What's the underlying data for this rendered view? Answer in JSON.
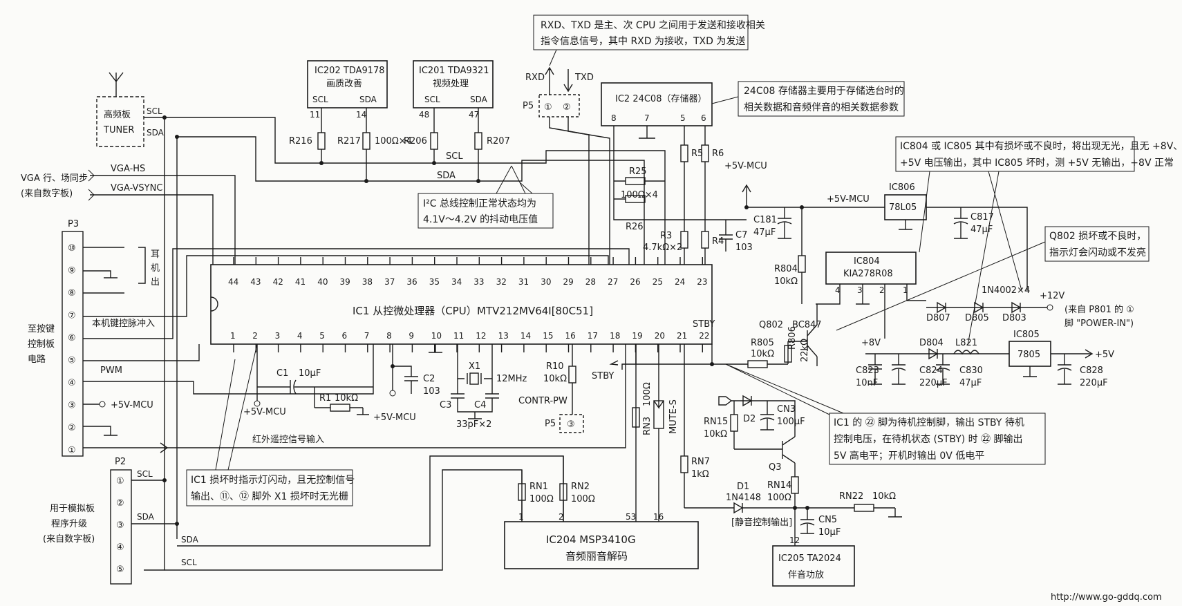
{
  "labels": {
    "note_rxd": [
      "RXD、TXD 是主、次 CPU 之间用于发送和接收相关",
      "指令信息信号，其中 RXD 为接收，TXD 为发送"
    ],
    "rxd": "RXD",
    "txd": "TXD",
    "p5_top": "P5",
    "p5_pin1": "①",
    "p5_pin2": "②",
    "ic202_title": "IC202  TDA9178",
    "ic202_desc": "画质改善",
    "ic201_title": "IC201  TDA9321",
    "ic201_desc": "视频处理",
    "scl": "SCL",
    "sda": "SDA",
    "ic2_title": "IC2  24C08（存储器）",
    "note_24c08": [
      "24C08 存储器主要用于存储选台时的",
      "相关数据和音频伴音的相关数据参数"
    ],
    "tuner_1": "高频板",
    "tuner_2": "TUNER",
    "vga_hs": "VGA-HS",
    "vga_vsync": "VGA-VSYNC",
    "vga_src": [
      "VGA 行、场同步",
      "(来自数字板)"
    ],
    "r216": "R216",
    "r217": "R217",
    "r217_val": "100Ω×4",
    "r206": "R206",
    "r207": "R207",
    "r25": "R25",
    "r25_val": "100Ω×4",
    "r26": "R26",
    "r5": "R5",
    "r6": "R6",
    "r3": "R3",
    "r34_val": "4.7kΩ×2",
    "r4": "R4",
    "c7": "C7",
    "c7_val": "103",
    "c181": "C181",
    "c181_val": "47μF",
    "v5_mcu": "+5V-MCU",
    "note_i2c": [
      "I²C 总线控制正常状态均为",
      "4.1V～4.2V 的抖动电压值"
    ],
    "note_ic804": [
      "IC804 或 IC805 其中有损坏或不良时，将出现无光，且无 +8V、",
      "+5V 电压输出，其中 IC805 坏时，测 +5V 无输出，+8V 正常"
    ],
    "ic806": "IC806",
    "ic806_part": "78L05",
    "c817": "C817",
    "c817_val": "47μF",
    "note_q802": [
      "Q802 损坏或不良时，",
      "指示灯会闪动或不发亮"
    ],
    "ic804": "IC804",
    "ic804_part": "KIA278R08",
    "r804": "R804",
    "r804_val": "10kΩ",
    "d807": "D807",
    "d805": "D805",
    "d803": "D803",
    "diode_part": "1N4002×4",
    "v12": "+12V",
    "v12_src": [
      "(来自 P801 的 ①",
      "脚 \"POWER-IN\")"
    ],
    "q802": "Q802",
    "bc847": "BC847",
    "r805": "R805",
    "r805_val": "10kΩ",
    "r806": "R806",
    "r806_val": "22kΩ",
    "v8": "+8V",
    "d804": "D804",
    "l821": "L821",
    "ic805": "IC805",
    "ic805_part": "7805",
    "v5": "+5V",
    "c823": "C823",
    "c823_val": "10nF",
    "c824": "C824",
    "c824_val": "220μF",
    "c830": "C830",
    "c830_val": "47μF",
    "c828": "C828",
    "c828_val": "220μF",
    "ic1_title": "IC1  从控微处理器（CPU）",
    "ic1_part": "MTV212MV64I[80C51]",
    "stby": "STBY",
    "p3": "P3",
    "earphone": [
      "耳",
      "机",
      "出"
    ],
    "key_pulse": "本机键控脉冲入",
    "key_panel": [
      "至按键",
      "控制板",
      "电路"
    ],
    "pwm": "PWM",
    "c1": "C1",
    "c1_val": "10μF",
    "r1": "R1",
    "r1_val": "10kΩ",
    "c2": "C2",
    "c2_val": "103",
    "x1": "X1",
    "x1_val": "12MHz",
    "c3": "C3",
    "c4": "C4",
    "c34_val": "33pF×2",
    "r10": "R10",
    "r10_val": "10kΩ",
    "contr_pw": "CONTR-PW",
    "p5_bottom": "P5",
    "p5_pin3": "③",
    "ir_input": "红外遥控信号输入",
    "rn3": "RN3",
    "rn3_val": "100Ω",
    "mute_s": "MUTE-S",
    "rn15": "RN15",
    "rn15_val": "10kΩ",
    "d2": "D2",
    "cn3": "CN3",
    "cn3_val": "100μF",
    "q3": "Q3",
    "note_stby": [
      "IC1 的 ㉒ 脚为待机控制脚，输出 STBY 待机",
      "控制电压，在待机状态 (STBY) 时 ㉒ 脚输出",
      "5V 高电平；开机时输出 0V 低电平"
    ],
    "p2": "P2",
    "prog_upgrade": [
      "用于模拟板",
      "程序升级",
      "(来自数字板)"
    ],
    "note_ic1": [
      "IC1 损坏时指示灯闪动，且无控制信号",
      "输出、⑪、⑫ 脚外 X1 损坏时无光栅"
    ],
    "rn1": "RN1",
    "rn1_val": "100Ω",
    "rn2": "RN2",
    "rn2_val": "100Ω",
    "rn7": "RN7",
    "rn7_val": "1kΩ",
    "d1": "D1",
    "d1_part": "1N4148",
    "rn14": "RN14",
    "rn14_val": "100Ω",
    "rn22": "RN22",
    "rn22_val": "10kΩ",
    "cn5": "CN5",
    "cn5_val": "10μF",
    "mute_out": "[静音控制输出]",
    "ic204_title": "IC204  MSP3410G",
    "ic204_desc": "音频丽音解码",
    "ic205_title": "IC205  TA2024",
    "ic205_desc": "伴音功放",
    "watermark": "http://www.go-gddq.com"
  },
  "ic1_top_pins": [
    "44",
    "43",
    "42",
    "41",
    "40",
    "39",
    "38",
    "37",
    "36",
    "35",
    "34",
    "33",
    "32",
    "31",
    "30",
    "29",
    "28",
    "27",
    "26",
    "25",
    "24",
    "23"
  ],
  "ic1_bottom_pins": [
    "1",
    "2",
    "3",
    "4",
    "5",
    "6",
    "7",
    "8",
    "9",
    "10",
    "11",
    "12",
    "13",
    "14",
    "15",
    "16",
    "17",
    "18",
    "19",
    "20",
    "21",
    "22"
  ],
  "p3_pins": [
    "⑩",
    "⑨",
    "⑧",
    "⑦",
    "⑥",
    "⑤",
    "④",
    "③",
    "②",
    "①"
  ],
  "p2_pins": [
    "①",
    "②",
    "③",
    "④",
    "⑤"
  ],
  "pin_labels": {
    "ic202_11": "11",
    "ic202_14": "14",
    "ic201_48": "48",
    "ic201_47": "47",
    "ic2_8": "8",
    "ic2_7": "7",
    "ic2_5": "5",
    "ic2_6": "6",
    "ic804_4": "4",
    "ic804_3": "3",
    "ic804_2": "2",
    "ic804_1": "1",
    "ic204_1": "1",
    "ic204_2": "2",
    "ic204_53": "53",
    "ic204_16": "16",
    "ic205_12": "12"
  }
}
